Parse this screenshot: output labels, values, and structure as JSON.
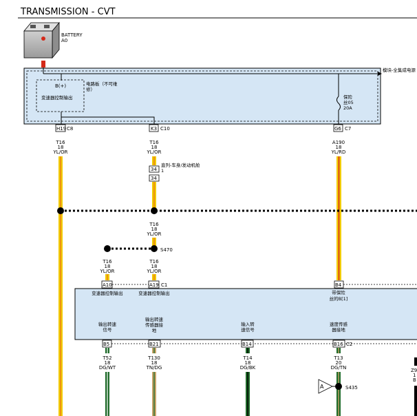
{
  "title": "TRANSMISSION - CVT",
  "battery": {
    "label": "BATTERY",
    "code": "A0"
  },
  "module": {
    "name": "模块-全集成电源",
    "pcb_note_1": "电路板（不可维",
    "pcb_note_2": "修）",
    "bplus": "B(+)",
    "output_label": "变速器控制输出",
    "fuse_1": "保险",
    "fuse_2": "丝05",
    "fuse_3": "20A"
  },
  "connectors_top": [
    {
      "pin": "H19",
      "conn": "C8"
    },
    {
      "pin": "K3",
      "conn": "C10"
    },
    {
      "pin": "G6",
      "conn": "C7"
    }
  ],
  "wires": {
    "w1": {
      "code": "T16",
      "gauge": "18",
      "color": "YL/OR"
    },
    "w2": {
      "code": "T16",
      "gauge": "18",
      "color": "YL/OR"
    },
    "w3": {
      "code": "A190",
      "gauge": "18",
      "color": "YL/RD"
    },
    "w4": {
      "code": "T16",
      "gauge": "18",
      "color": "YL/OR"
    },
    "w5": {
      "code": "T16",
      "gauge": "18",
      "color": "YL/OR"
    },
    "w6": {
      "code": "T16",
      "gauge": "18",
      "color": "YL/OR"
    },
    "b1": {
      "code": "T52",
      "gauge": "18",
      "color": "DG/WT"
    },
    "b2": {
      "code": "T130",
      "gauge": "18",
      "color": "TN/DG"
    },
    "b3": {
      "code": "T14",
      "gauge": "18",
      "color": "DG/BK"
    },
    "b4": {
      "code": "T13",
      "gauge": "20",
      "color": "DG/TN"
    }
  },
  "inline": {
    "pin1": "34",
    "pin2": "34",
    "label": "直列-车身/发动机舱",
    "sub": "1"
  },
  "splice": "S470",
  "splice2": "S435",
  "tcm": {
    "pin_a10": "A10",
    "pin_a19": "A19",
    "conn_c1": "C1",
    "pin_b4": "B4",
    "lbl_out1": "变速器控制输出",
    "lbl_out2": "变速器控制输出",
    "fused_1": "带保险",
    "fused_2": "丝的B[1]",
    "sig1_1": "输出转速",
    "sig1_2": "信号",
    "sig2_1": "输出转速",
    "sig2_2": "传感器接",
    "sig2_3": "地",
    "sig3_1": "输入转",
    "sig3_2": "速信号",
    "sig4_1": "速度传感",
    "sig4_2": "器接地",
    "pin_b5": "B5",
    "pin_b21": "B21",
    "pin_b14": "B14",
    "pin_b16": "B16",
    "conn_c2": "C2"
  },
  "arrow_label": "A",
  "right_edge": {
    "z1": "Z9",
    "z2": "1",
    "z3": "B"
  },
  "colors": {
    "module_fill": "#d5e6f5",
    "yellow": "#f2cc00",
    "orange": "#e8701a",
    "red": "#d42a1a",
    "dark_green": "#1f6b2a",
    "tan": "#c9a46a",
    "white_stripe": "#ffffff"
  }
}
